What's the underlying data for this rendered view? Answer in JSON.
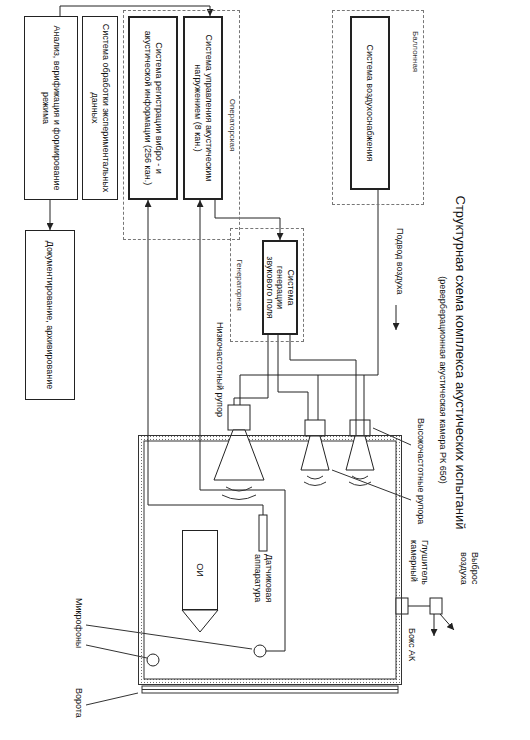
{
  "diagram": {
    "title": "Структурная схема комплекса акустических испытаний",
    "nodes": [
      {
        "text": [
          "Операторская"
        ]
      },
      {
        "text": [
          "Система управления акустическим нагружением (8 кан.)"
        ],
        "in": 0
      },
      {
        "text": [
          "Система регистрации вибро - и акустической информации (256 кан.)"
        ],
        "in": 0
      },
      {
        "text": [
          "Система обработки экспериментальных данных"
        ]
      },
      {
        "text": [
          "Анализ, верификация и формирование режима"
        ]
      },
      {
        "text": [
          "Документирование, архивирование"
        ]
      },
      {
        "text": [
          "Баллонная"
        ]
      },
      {
        "text": [
          "Система воздухоснабжения"
        ],
        "in": 6
      },
      {
        "text": [
          "Генераторная"
        ]
      },
      {
        "text": [
          "Система генерации звукового поля"
        ],
        "in": 8
      },
      {
        "text": [
          "Бокс АК"
        ]
      },
      {
        "text": [
          "ОИ"
        ],
        "in": 10
      }
    ],
    "edges": [
      {
        "from": 10,
        "to": 2,
        "arrow": "to"
      },
      {
        "from": 10,
        "to": 1,
        "arrow": "to"
      },
      {
        "from": 1,
        "to": 9,
        "arrow": "to"
      },
      {
        "from": 7,
        "to": 10,
        "arrow": "none"
      },
      {
        "from": 9,
        "to": 10,
        "arrow": "none"
      },
      {
        "from": 4,
        "to": 1,
        "arrow": "to"
      },
      {
        "from": 4,
        "to": 5,
        "arrow": "to"
      }
    ],
    "labels": [
      "(реверберационная акустическая камера РК 650)",
      "Подвод воздуха",
      "Высокочастотные рупора",
      "Низкочастотный рупор",
      "Глушитель камерный",
      "Выброс воздуха",
      "Датчиковая аппаратура",
      "Микрофоны",
      "Ворота"
    ]
  }
}
